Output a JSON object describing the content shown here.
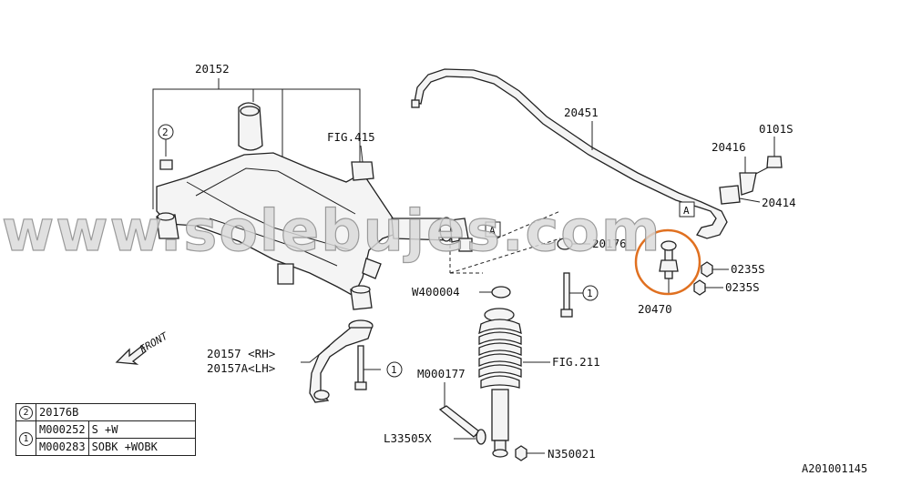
{
  "watermark": "www.solebujes.com",
  "diagram_code": "A201001145",
  "front_label": "FRONT",
  "callouts": {
    "crossmember": "20152",
    "fig415": "FIG.415",
    "stabilizer_bar": "20451",
    "bolt_0101s": "0101S",
    "bracket_20416": "20416",
    "bushing_20414": "20414",
    "bushing_20176": "20176",
    "nut_0235s_a": "0235S",
    "nut_0235s_b": "0235S",
    "link_20470": "20470",
    "washer_w400004": "W400004",
    "circle_ref_1a": "1",
    "circle_ref_1b": "1",
    "circle_ref_2": "2",
    "rh_part": "20157 <RH>",
    "lh_part": "20157A<LH>",
    "m000177": "M000177",
    "fig211": "FIG.211",
    "l33505x": "L33505X",
    "n350021": "N350021",
    "box_a1": "A",
    "box_a2": "A"
  },
  "legend": {
    "row2_ref": "2",
    "row2_part": "20176B",
    "row1_ref": "1",
    "row1_part1": "M000252",
    "row1_desc1": "S +W",
    "row1_part2": "M000283",
    "row1_desc2": "SOBK +WOBK"
  },
  "highlight_color": "#e07020"
}
